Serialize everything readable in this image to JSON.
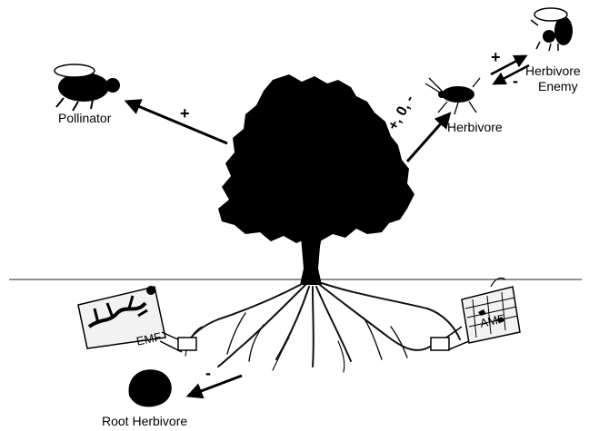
{
  "labels": {
    "pollinator": "Pollinator",
    "herbivore": "Herbivore",
    "herbivore_enemy_line1": "Herbivore",
    "herbivore_enemy_line2": "Enemy",
    "root_herbivore": "Root Herbivore",
    "emf": "EMF",
    "amf": "AMF"
  },
  "signs": {
    "tree_to_pollinator": "+",
    "tree_to_herbivore": "+, 0, -",
    "herbivore_to_enemy": "+",
    "enemy_to_herbivore": "-",
    "tree_to_root_herbivore": "-"
  },
  "icons": {
    "tree": "tree-icon",
    "pollinator": "bee-icon",
    "herbivore": "aphid-icon",
    "herbivore_enemy": "wasp-icon",
    "root_herbivore": "grub-icon",
    "emf": "ectomycorrhizal-fungi-icon",
    "amf": "arbuscular-mycorrhizal-fungi-icon"
  },
  "colors": {
    "ink": "#000000",
    "background": "#ffffff"
  }
}
